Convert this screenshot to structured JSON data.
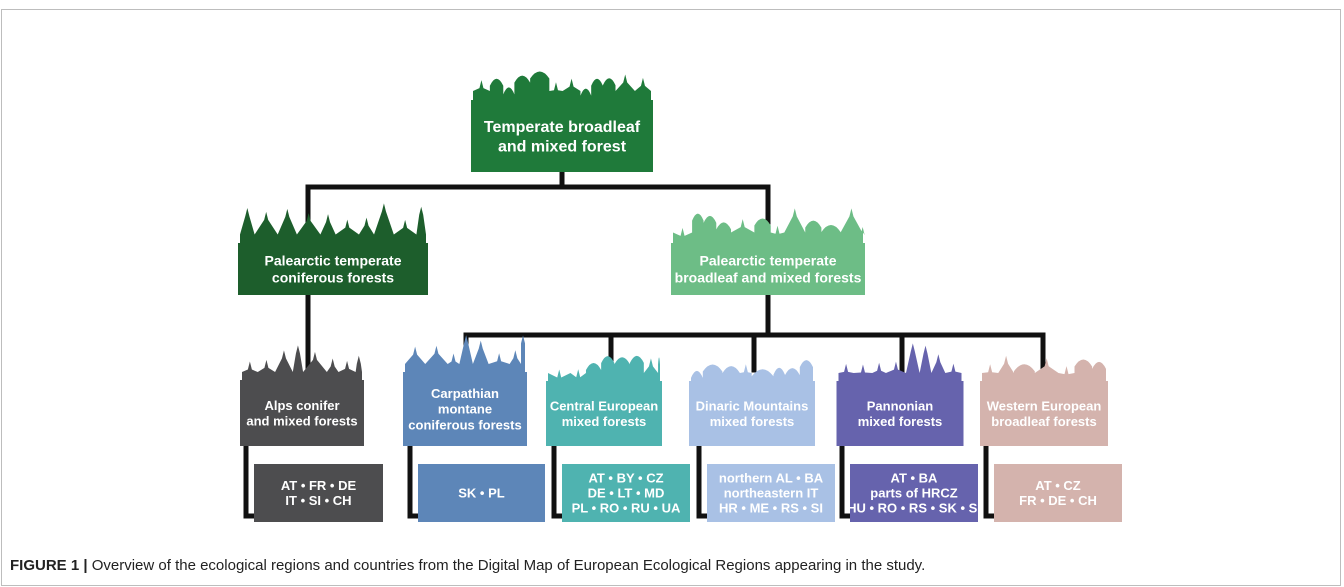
{
  "root": {
    "lines": [
      "Temperate broadleaf",
      "and mixed forest"
    ],
    "color": "#1f7a3a"
  },
  "level2": [
    {
      "id": "coniferous",
      "lines": [
        "Palearctic temperate",
        "coniferous forests"
      ],
      "color": "#1d5e2c"
    },
    {
      "id": "broadleaf",
      "lines": [
        "Palearctic temperate",
        "broadleaf and mixed forests"
      ],
      "color": "#6dbd86"
    }
  ],
  "regions": [
    {
      "id": "alps",
      "lines": [
        "Alps conifer",
        "and mixed forests"
      ],
      "color": "#4d4d4f",
      "countries": [
        "AT • FR • DE",
        "IT • SI • CH"
      ]
    },
    {
      "id": "carpathian",
      "lines": [
        "Carpathian",
        "montane",
        "coniferous forests"
      ],
      "color": "#5d86b8",
      "countries": [
        "SK • PL"
      ]
    },
    {
      "id": "central",
      "lines": [
        "Central European",
        "mixed forests"
      ],
      "color": "#4fb3b0",
      "countries": [
        "AT • BY • CZ",
        "DE • LT • MD",
        "PL • RO • RU • UA"
      ]
    },
    {
      "id": "dinaric",
      "lines": [
        "Dinaric Mountains",
        "mixed forests"
      ],
      "color": "#a9c1e5",
      "countries": [
        "northern AL • BA",
        "northeastern IT",
        "HR • ME • RS • SI"
      ]
    },
    {
      "id": "pannonian",
      "lines": [
        "Pannonian",
        "mixed forests"
      ],
      "color": "#6663ad",
      "countries": [
        "AT • BA",
        "parts of HRCZ",
        "HU • RO • RS • SK • SI"
      ]
    },
    {
      "id": "western",
      "lines": [
        "Western European",
        "broadleaf forests"
      ],
      "color": "#d4b3ad",
      "countries": [
        "AT • CZ",
        "FR • DE • CH"
      ]
    }
  ],
  "caption": {
    "prefix": "FIGURE 1 |",
    "text": " Overview of the ecological regions and countries from the Digital Map of European Ecological Regions appearing in the study."
  }
}
